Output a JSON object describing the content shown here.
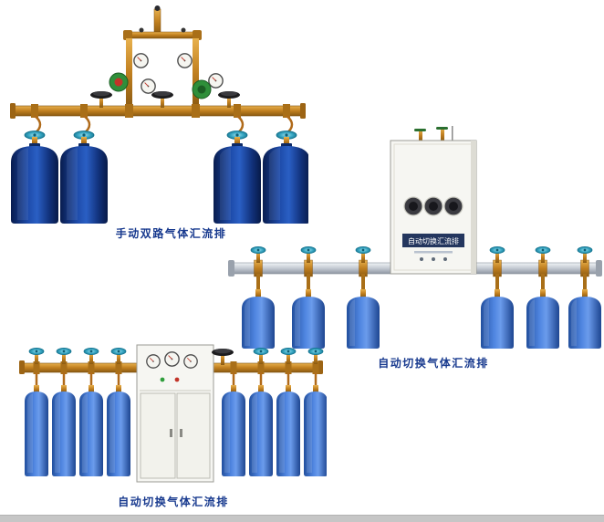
{
  "page": {
    "background": "#ffffff",
    "footer_bar_color": "#c6c6c6"
  },
  "colors": {
    "caption_text": "#17398e",
    "brass_pipe": "#c07f1f",
    "silver_pipe": "#c3c9d2",
    "dark_blue_cylinder": "#12337e",
    "blue_cylinder": "#4f85e0",
    "teal_valve_knob": "#3aa8c4",
    "green_regulator_knob": "#2f8f3a",
    "red_regulator_knob": "#c23428",
    "cabinet_body": "#f6f6f2",
    "cabinet_label_strip": "#24365e"
  },
  "products": {
    "manual_dual": {
      "caption": "手动双路气体汇流排",
      "cylinders": 4
    },
    "auto_switch_side": {
      "caption": "自动切换气体汇流排",
      "cabinet_label": "自动切换汇流排",
      "cylinders": 6
    },
    "auto_switch_bottom": {
      "caption": "自动切换气体汇流排",
      "cylinders": 8
    }
  }
}
